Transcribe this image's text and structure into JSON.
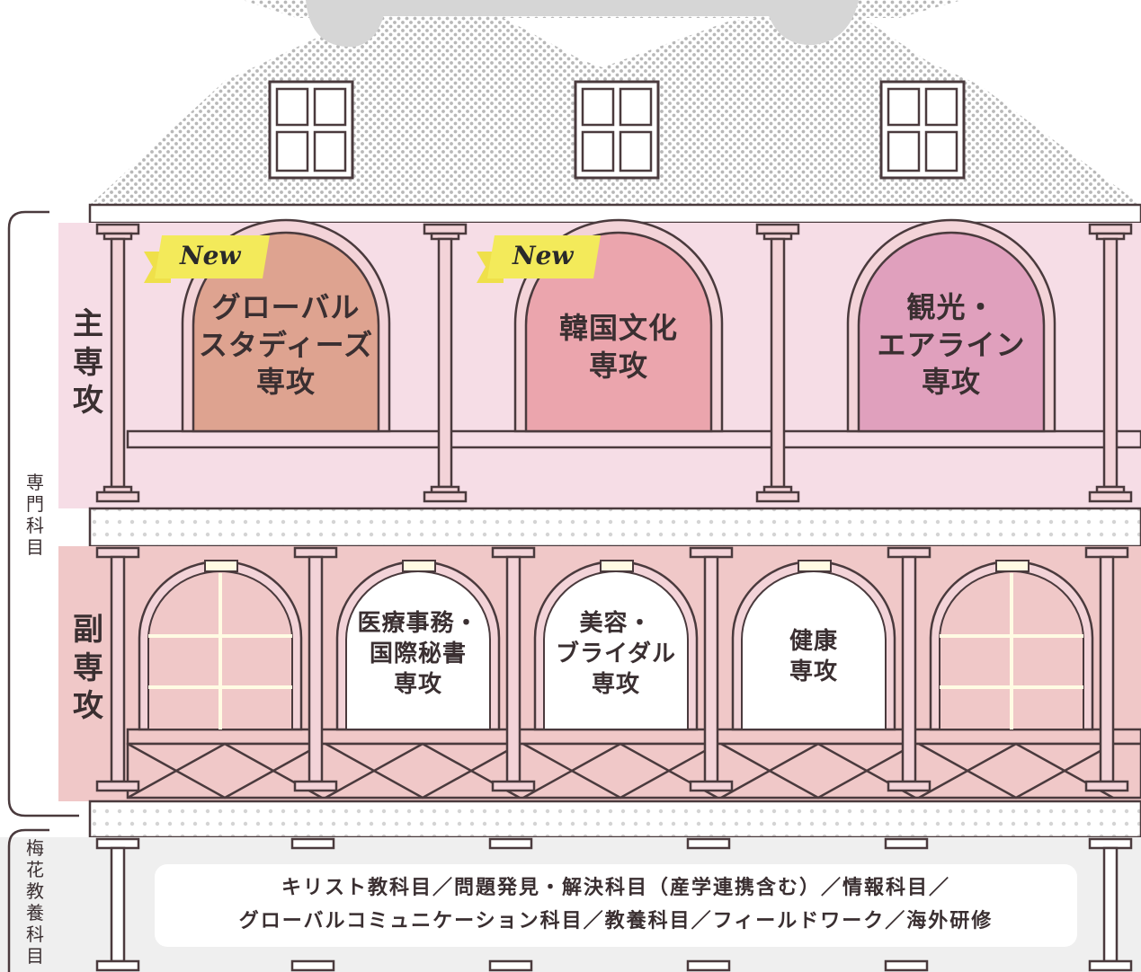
{
  "labels": {
    "main_major": [
      "主",
      "専",
      "攻"
    ],
    "sub_major": [
      "副",
      "専",
      "攻"
    ],
    "specialized": [
      "専",
      "門",
      "科",
      "目"
    ],
    "liberal_arts": [
      "梅",
      "花",
      "教",
      "養",
      "科",
      "目"
    ]
  },
  "main_majors": [
    {
      "lines": [
        "グローバル",
        "スタディーズ",
        "専攻"
      ],
      "badge": "New",
      "color": "#dea390"
    },
    {
      "lines": [
        "韓国文化",
        "専攻"
      ],
      "badge": "New",
      "color": "#eba5ad"
    },
    {
      "lines": [
        "観光・",
        "エアライン",
        "専攻"
      ],
      "badge": "",
      "color": "#e0a0bd"
    }
  ],
  "sub_majors": [
    {
      "lines": [
        "医療事務・",
        "国際秘書",
        "専攻"
      ]
    },
    {
      "lines": [
        "美容・",
        "ブライダル",
        "専攻"
      ]
    },
    {
      "lines": [
        "健康",
        "専攻"
      ]
    }
  ],
  "liberal_arts_text": [
    "キリスト教科目／問題発見・解決科目（産学連携含む）／情報科目／",
    "グローバルコミュニケーション科目／教養科目／フィールドワーク／海外研修"
  ],
  "colors": {
    "main_band": "#f6dde6",
    "sub_band": "#f0c8c8",
    "roof_dots": "#bfbfbf",
    "outline": "#4a3a3d",
    "pillar": "#f3d3d8",
    "badge": "#f3ea5a",
    "bottom_band": "#efefef"
  }
}
